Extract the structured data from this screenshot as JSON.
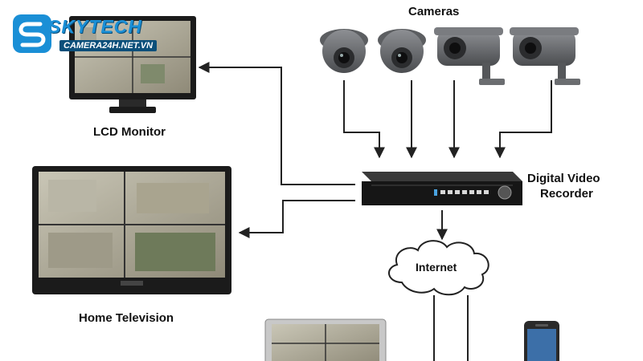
{
  "logo": {
    "brand": "SKYTECH",
    "url": "CAMERA24H.NET.VN"
  },
  "labels": {
    "cameras": "Cameras",
    "lcd_monitor": "LCD Monitor",
    "dvr_line1": "Digital Video",
    "dvr_line2": "Recorder",
    "internet": "Internet",
    "home_tv": "Home Television"
  },
  "icons": [
    "dome-camera-icon",
    "bullet-camera-icon",
    "lcd-monitor-icon",
    "television-icon",
    "dvr-icon",
    "cloud-icon",
    "laptop-icon",
    "smartphone-icon",
    "arrow-icon"
  ],
  "colors": {
    "logo_blue": "#1a8fd6",
    "logo_dark": "#0b4f7a",
    "line": "#222222",
    "device": "#1b1b1b",
    "camera_body": "#6b6d70"
  }
}
